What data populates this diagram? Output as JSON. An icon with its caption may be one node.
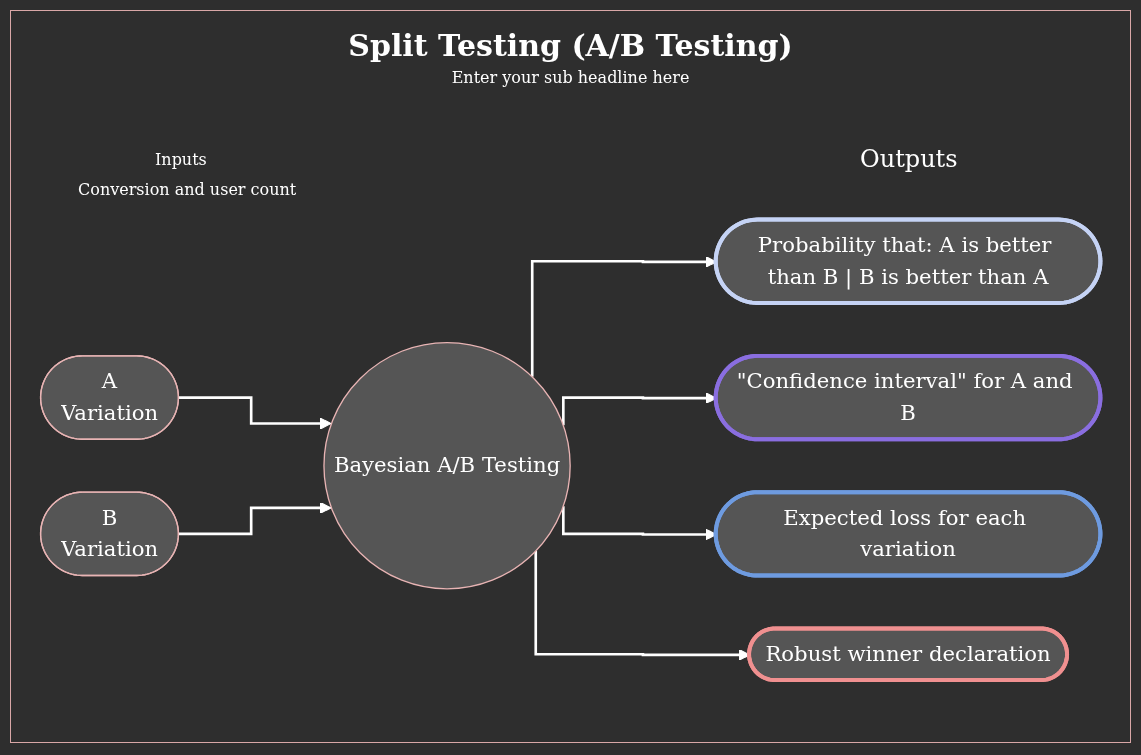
{
  "diagram": {
    "title": "Split Testing (A/B Testing)",
    "nodes": [
      {
        "text": [
          "A",
          "Variation"
        ]
      },
      {
        "text": [
          "B",
          "Variation"
        ]
      },
      {
        "text": [
          "Bayesian A/B Testing"
        ]
      },
      {
        "text": [
          "Probability that: A is better than B | B is better than A"
        ]
      },
      {
        "text": [
          "\"Confidence interval\" for A and B"
        ]
      },
      {
        "text": [
          "Expected loss for each variation"
        ]
      },
      {
        "text": [
          "Robust winner declaration"
        ]
      }
    ],
    "edges": [
      {
        "from": 0,
        "to": 2,
        "arrow": "to"
      },
      {
        "from": 1,
        "to": 2,
        "arrow": "to"
      },
      {
        "from": 2,
        "to": 3,
        "arrow": "to"
      },
      {
        "from": 2,
        "to": 4,
        "arrow": "to"
      },
      {
        "from": 2,
        "to": 5,
        "arrow": "to"
      },
      {
        "from": 2,
        "to": 6,
        "arrow": "to"
      }
    ],
    "labels": [
      "Enter your sub headline here",
      "Outputs",
      "Inputs",
      "Conversion and user count"
    ]
  }
}
